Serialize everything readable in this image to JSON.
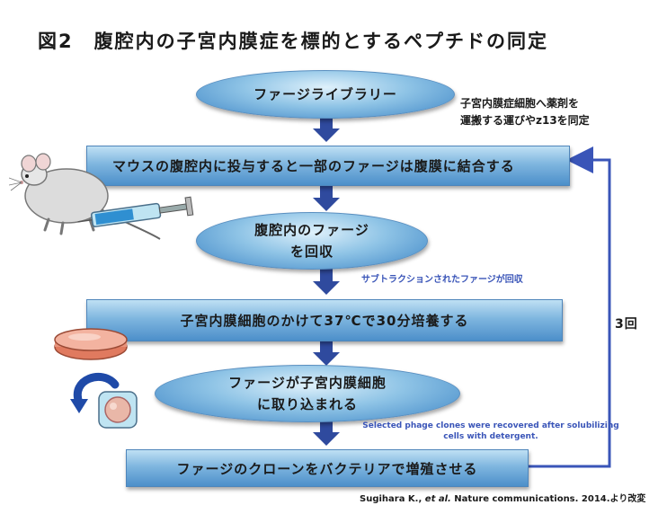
{
  "title": "図2　腹腔内の子宮内膜症を標的とするペプチドの同定",
  "steps": {
    "phage_library": "ファージライブラリー",
    "inject": "マウスの腹腔内に投与すると一部のファージは腹膜に結合する",
    "recover": "腹腔内のファージ\nを回収",
    "incubate": "子宮内膜細胞のかけて37℃で30分培養する",
    "uptake": "ファージが子宮内膜細胞\nに取り込まれる",
    "amplify": "ファージのクローンをバクテリアで増殖させる"
  },
  "notes": {
    "identify": "子宮内膜症細胞へ薬剤を\n運搬する運びやz13を同定",
    "subtraction": "サブトラクションされたファージが回収",
    "selected": "Selected phage clones were recovered after solubilizing\ncells with detergent."
  },
  "loop_label": "3回",
  "credit": {
    "authors": "Sugihara K.,",
    "etal": "et al.",
    "source": "Nature communications. 2014.より改変"
  },
  "colors": {
    "box_fill": "#7fb6df",
    "arrow": "#2f4a9e",
    "loop_line": "#3a55b8",
    "note_blue": "#3a55b8"
  },
  "icons": [
    "mouse-syringe-icon",
    "petri-dish-icon",
    "cell-uptake-icon"
  ]
}
